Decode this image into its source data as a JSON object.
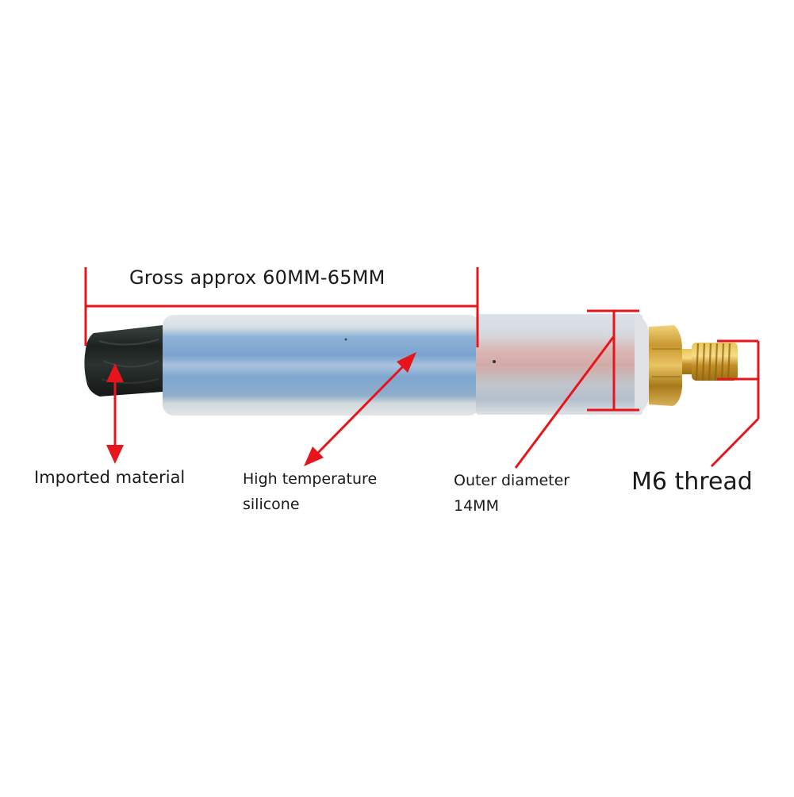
{
  "diagram": {
    "type": "product-dimension-annotation",
    "subject": "silicone handle with brush tip and brass M6 threaded stud",
    "accent_color": "#e8141c",
    "background_color": "#ffffff"
  },
  "annotations": {
    "gross_length": "Gross approx  60MM-65MM",
    "tip_material": "Imported material",
    "body_material_line1": "High temperature",
    "body_material_line2": "silicone",
    "outer_diameter_line1": "Outer diameter",
    "outer_diameter_line2": "14MM",
    "thread": "M6 thread"
  },
  "parts": [
    {
      "name": "brush-tip",
      "color": "#1f2623"
    },
    {
      "name": "silicone-sleeve",
      "color": "#c9d3dc"
    },
    {
      "name": "inner-blue-core",
      "color": "#6f9ccc"
    },
    {
      "name": "brass-hex-nut",
      "color": "#c9992f"
    },
    {
      "name": "brass-threaded-stud",
      "color": "#d7ab3e"
    }
  ]
}
